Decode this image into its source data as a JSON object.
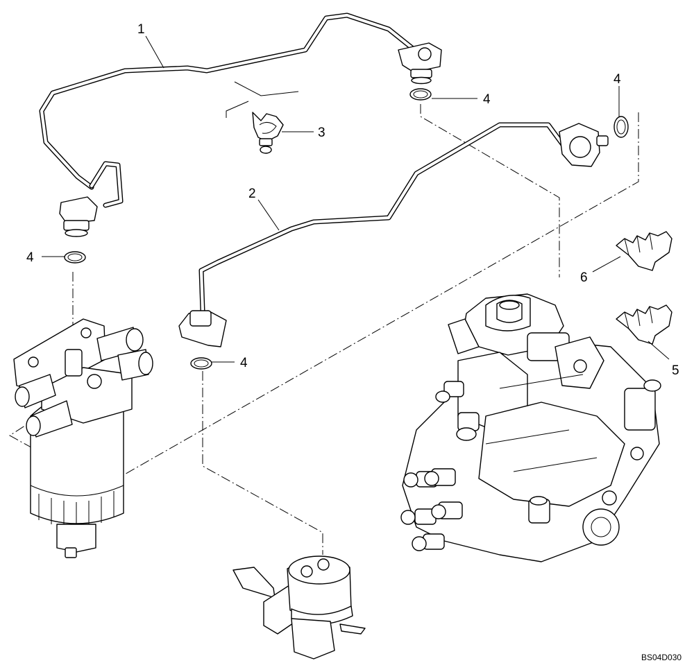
{
  "drawing": {
    "code": "BS04D030",
    "callouts": {
      "pipe_1": "1",
      "pipe_2": "2",
      "clip_3": "3",
      "washer_4_filter": "4",
      "washer_4_top": "4",
      "washer_4_right": "4",
      "washer_4_lower": "4",
      "clamp_5": "5",
      "clamp_6": "6"
    }
  }
}
